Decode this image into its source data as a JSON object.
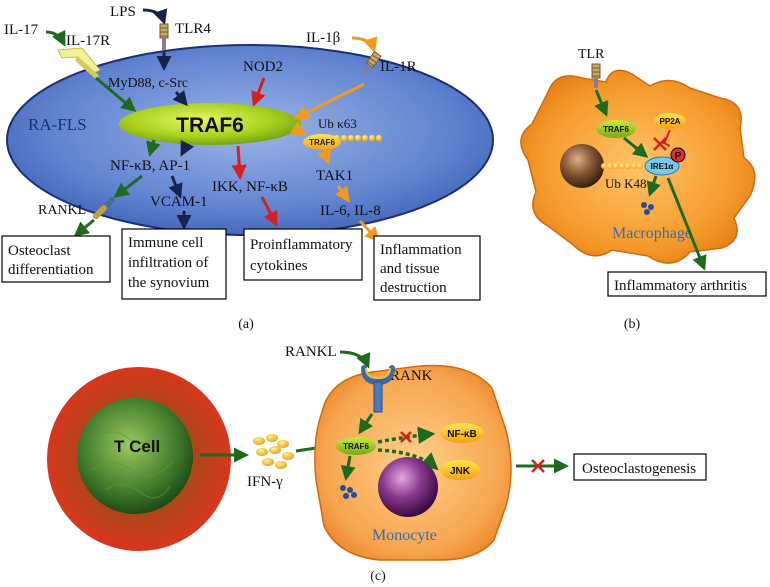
{
  "panel_a": {
    "label": "(a)",
    "cell_label": "RA-FLS",
    "traf6": "TRAF6",
    "il17": "IL-17",
    "il17r": "IL-17R",
    "lps": "LPS",
    "tlr4": "TLR4",
    "myd88": "MyD88, c-Src",
    "nod2": "NOD2",
    "il1b": "IL-1β",
    "il1r": "IL-1R",
    "ub_k63": "Ub κ63",
    "traf6_small": "TRAF6",
    "tak1": "TAK1",
    "nfkb_ap1": "NF-κB, AP-1",
    "ikk_nfkb": "IKK, NF-κB",
    "rankl": "RANKL",
    "vcam1": "VCAM-1",
    "il6_il8": "IL-6, IL-8",
    "box_osteoclast": [
      "Osteoclast",
      "differentiation"
    ],
    "box_immune": [
      "Immune cell",
      "infiltration of",
      "the synovium"
    ],
    "box_proinflam": [
      "Proinflammatory",
      "cytokines"
    ],
    "box_inflammation": [
      "Inflammation",
      "and tissue",
      "destruction"
    ]
  },
  "panel_b": {
    "label": "(b)",
    "tlr": "TLR",
    "traf6": "TRAF6",
    "pp2a": "PP2A",
    "ire1a": "IRE1α",
    "p": "P",
    "ub_k48": "Ub K48",
    "cell_label": "Macrophage",
    "box": "Inflammatory arthritis"
  },
  "panel_c": {
    "label": "(c)",
    "t_cell": "T Cell",
    "ifn": "IFN-γ",
    "rankl": "RANKL",
    "rank": "RANK",
    "traf6": "TRAF6",
    "nfkb": "NF-κB",
    "jnk": "JNK",
    "cell_label": "Monocyte",
    "box": "Osteoclastogenesis"
  },
  "colors": {
    "green_arrow": "#1e6b1e",
    "navy_arrow": "#14244d",
    "red_arrow": "#d42020",
    "orange_arrow": "#f39a1c",
    "fls_cell": "#4a6fc8",
    "macrophage": "#f29426",
    "monocyte": "#f6a44a",
    "traf6_fill": "#9ccc1c",
    "cell_text_blue": "#3a6ab0"
  }
}
